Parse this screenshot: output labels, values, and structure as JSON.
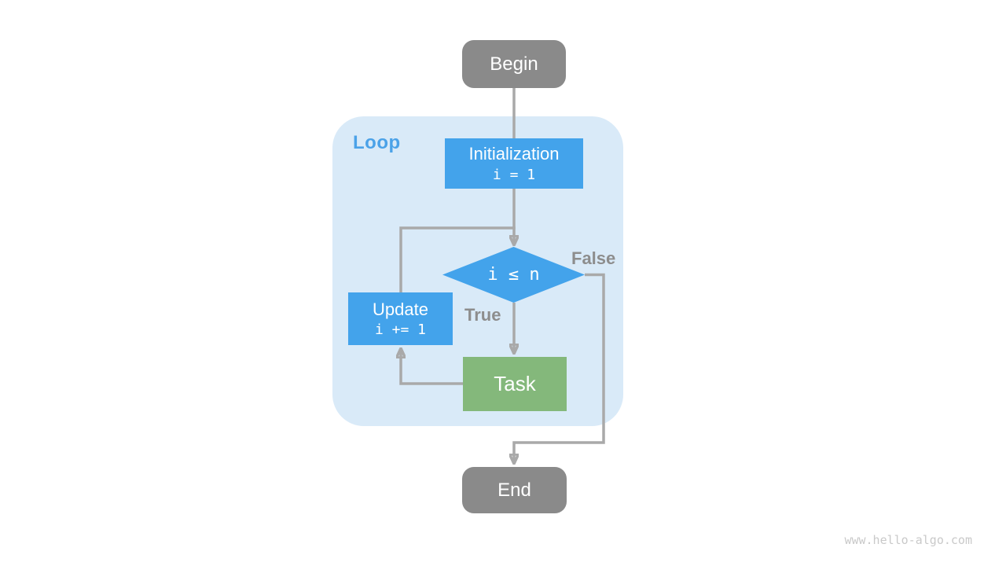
{
  "diagram": {
    "container_label": "Loop",
    "nodes": {
      "begin": {
        "label": "Begin",
        "type": "terminal"
      },
      "initialization": {
        "label": "Initialization",
        "code": "i = 1",
        "type": "process"
      },
      "condition": {
        "label": "i ≤ n",
        "type": "decision"
      },
      "update": {
        "label": "Update",
        "code": "i += 1",
        "type": "process"
      },
      "task": {
        "label": "Task",
        "type": "process"
      },
      "end": {
        "label": "End",
        "type": "terminal"
      }
    },
    "edge_labels": {
      "true_branch": "True",
      "false_branch": "False"
    },
    "edges": [
      {
        "from": "begin",
        "to": "initialization"
      },
      {
        "from": "initialization",
        "to": "condition"
      },
      {
        "from": "condition",
        "to": "task",
        "label": "True"
      },
      {
        "from": "task",
        "to": "update"
      },
      {
        "from": "update",
        "to": "condition"
      },
      {
        "from": "condition",
        "to": "end",
        "label": "False"
      }
    ],
    "colors": {
      "process_blue": "#43a3eb",
      "task_green": "#84b87b",
      "terminal_gray": "#8a8a8a",
      "loop_panel": "#d9eaf8",
      "loop_label_blue": "#4ba2e8",
      "connector_gray": "#a9a9a9",
      "edge_label_gray": "#8d8d8d"
    },
    "watermark": "www.hello-algo.com"
  }
}
